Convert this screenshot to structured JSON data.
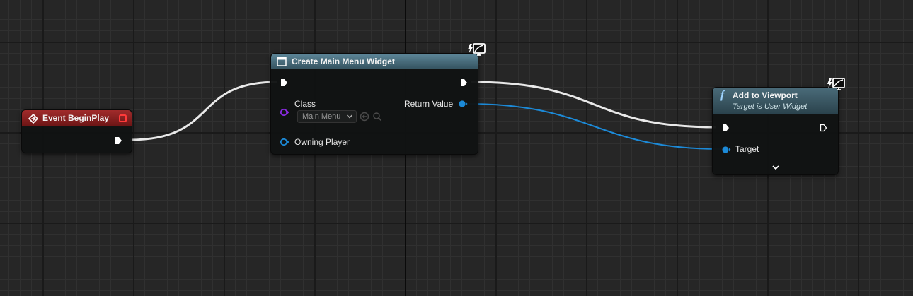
{
  "graph": {
    "wire_colors": {
      "exec": "#e9e9e9",
      "object": "#1c8ad8"
    }
  },
  "event_node": {
    "title": "Event BeginPlay",
    "header_color": "#8c1e1e",
    "icon": "event-diamond-icon"
  },
  "create_widget_node": {
    "title": "Create Main Menu Widget",
    "header_color": "#4d7284",
    "class_label": "Class",
    "class_value": "Main Menu",
    "owning_player_label": "Owning Player",
    "return_value_label": "Return Value",
    "icons": [
      "widget-window-icon",
      "client-only-icon",
      "browse-arrow-icon",
      "magnifier-icon",
      "chevron-down-icon"
    ]
  },
  "add_viewport_node": {
    "title": "Add to Viewport",
    "subtitle": "Target is User Widget",
    "header_color": "#3b5a66",
    "function_icon": "f",
    "target_label": "Target",
    "icons": [
      "function-icon",
      "client-only-icon",
      "advanced-expand-icon"
    ]
  }
}
